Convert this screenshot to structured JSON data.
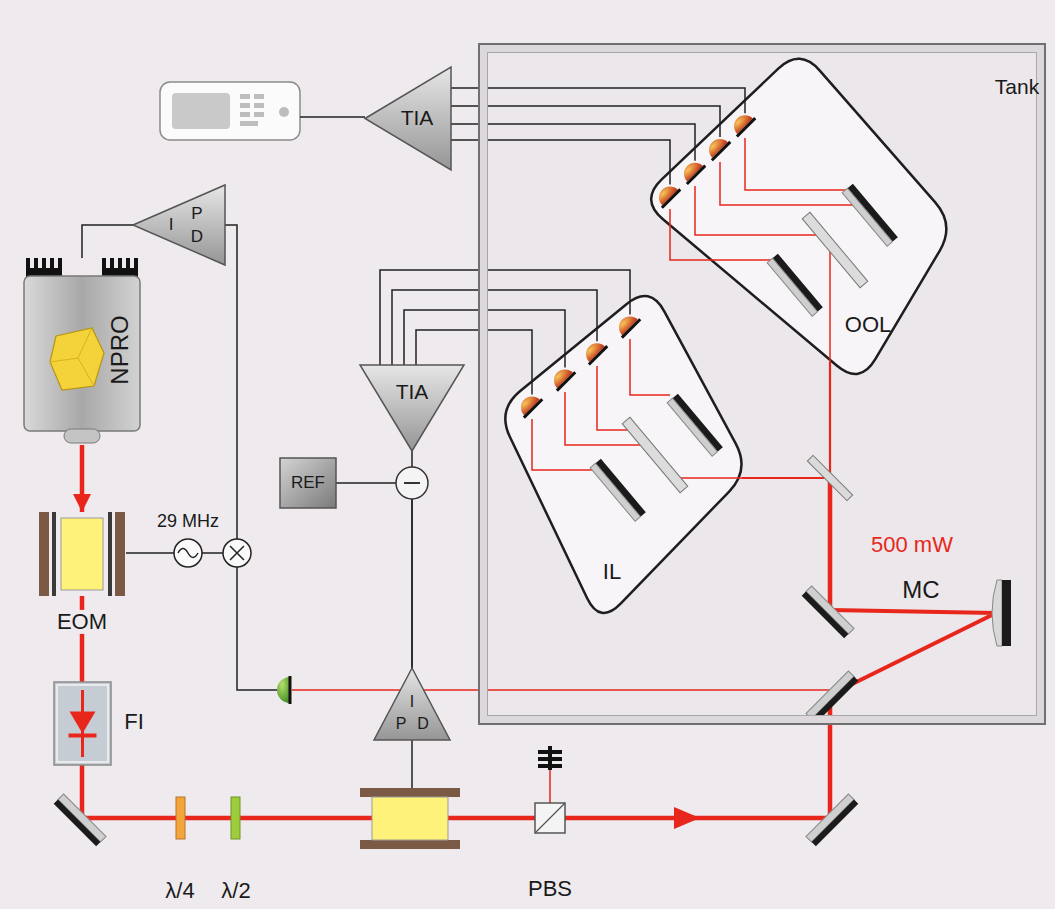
{
  "diagram": {
    "nodes": [
      {
        "text": [
          "Tank"
        ]
      },
      {
        "text": [
          "TIA"
        ]
      },
      {
        "text": [
          "I",
          "P",
          "D"
        ]
      },
      {
        "text": [
          "NPRO"
        ]
      },
      {
        "text": [
          "EOM"
        ]
      },
      {
        "text": [
          "FI"
        ]
      },
      {
        "text": [
          "REF"
        ]
      },
      {
        "text": [
          "TIA"
        ]
      },
      {
        "text": [
          "I",
          "P",
          "D"
        ]
      },
      {
        "text": [
          "OOL"
        ],
        "in": 0
      },
      {
        "text": [
          "IL"
        ],
        "in": 0
      }
    ],
    "edges": [
      {
        "from": 9,
        "to": 1,
        "arrow": "none"
      },
      {
        "from": 2,
        "to": 3,
        "arrow": "none"
      },
      {
        "from": 3,
        "to": 4,
        "arrow": "to"
      },
      {
        "from": 4,
        "to": 5,
        "arrow": "none"
      },
      {
        "from": 10,
        "to": 7,
        "arrow": "none"
      },
      {
        "from": 7,
        "to": 8,
        "arrow": "none"
      },
      {
        "from": 6,
        "to": 8,
        "arrow": "none"
      }
    ],
    "labels": [
      "29 MHz",
      "λ/4",
      "λ/2",
      "PBS",
      "MC",
      "500 mW"
    ]
  }
}
